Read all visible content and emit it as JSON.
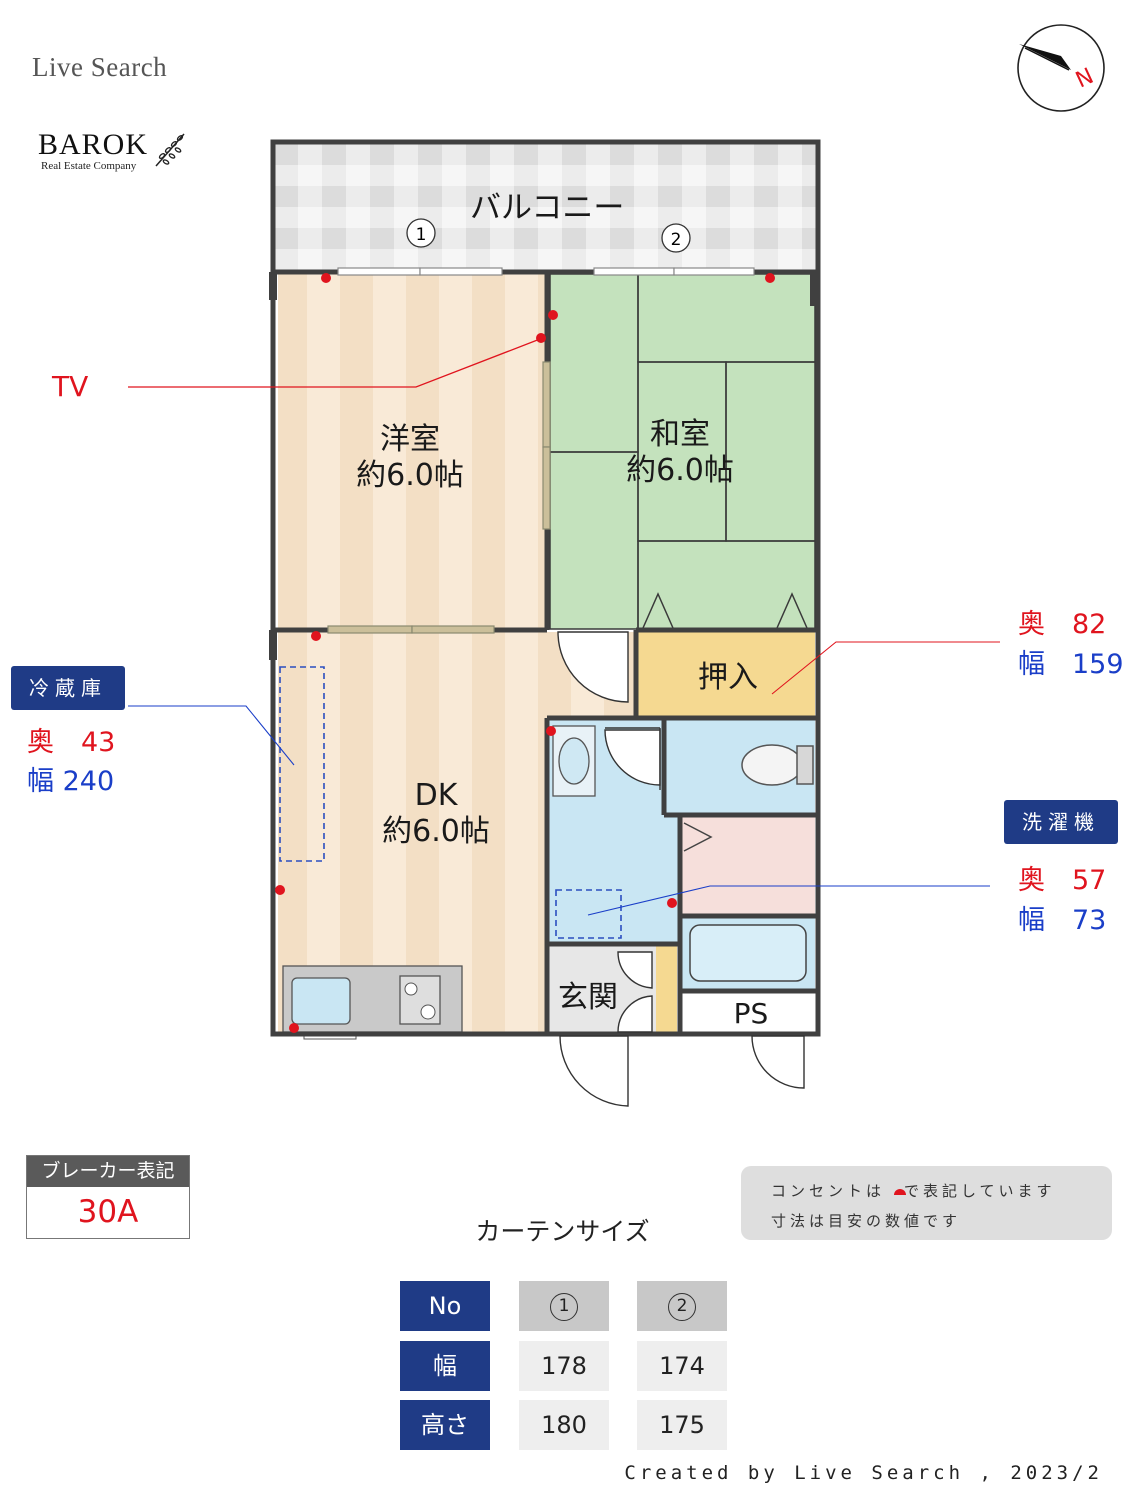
{
  "brand": {
    "name": "Live Search",
    "logo_main": "BAROK",
    "logo_sub": "Real Estate Company"
  },
  "compass": {
    "letter": "N"
  },
  "rooms": {
    "balcony": "バルコニー",
    "western_room": {
      "name": "洋室",
      "size": "約6.0帖"
    },
    "japanese_room": {
      "name": "和室",
      "size": "約6.0帖"
    },
    "closet": "押入",
    "dk": {
      "name": "DK",
      "size": "約6.0帖"
    },
    "entrance": "玄関",
    "ps": "PS",
    "window1": "1",
    "window2": "2"
  },
  "callouts": {
    "tv": "TV",
    "fridge": {
      "label": "冷蔵庫",
      "depth": "奥　43",
      "width": "幅 240"
    },
    "closet": {
      "depth": "奥　82",
      "width": "幅　159"
    },
    "washer": {
      "label": "洗濯機",
      "depth": "奥　57",
      "width": "幅　73"
    }
  },
  "breaker": {
    "title": "ブレーカー表記",
    "value": "30A"
  },
  "notes": {
    "line1": "コンセントは　で表記しています",
    "line2": "寸法は目安の数値です"
  },
  "curtain": {
    "title": "カーテンサイズ",
    "row_labels": [
      "No",
      "幅",
      "高さ"
    ],
    "columns": [
      {
        "no": "1",
        "width": "178",
        "height": "180"
      },
      {
        "no": "2",
        "width": "174",
        "height": "175"
      }
    ]
  },
  "footer": "Created by Live Search , 2023/2",
  "colors": {
    "outlet": "#e0141e",
    "navy": "#1f3b86",
    "tatami": "#c4e2bd",
    "wood": "#f1dcc2",
    "bath": "#c9e6f3"
  }
}
